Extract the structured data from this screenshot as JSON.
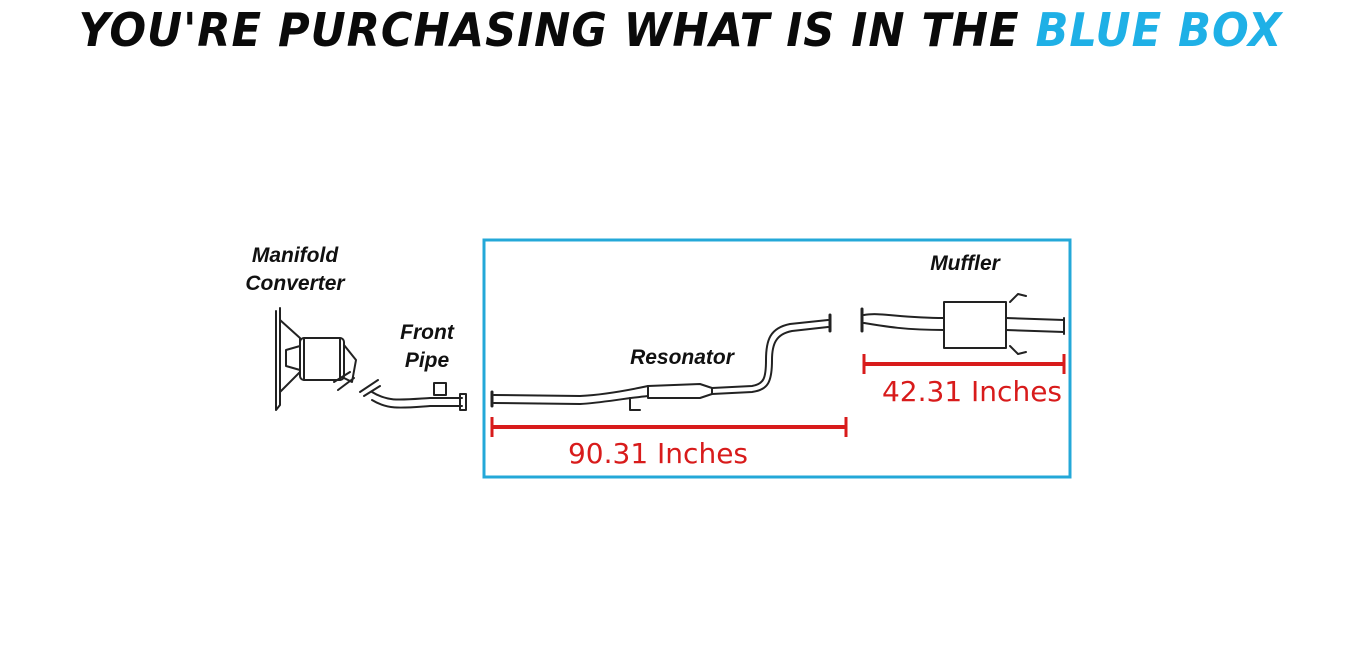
{
  "headline": {
    "text_before": "YOU'RE PURCHASING WHAT IS IN THE",
    "text_highlight": "BLUE BOX"
  },
  "labels": {
    "manifold_line1": "Manifold",
    "manifold_line2": "Converter",
    "front_pipe_line1": "Front",
    "front_pipe_line2": "Pipe",
    "resonator": "Resonator",
    "muffler": "Muffler"
  },
  "dimensions": {
    "resonator_length": "90.31 Inches",
    "muffler_length": "42.31 Inches"
  },
  "colors": {
    "highlight_blue": "#1fb0e6",
    "box_border": "#24a8d8",
    "dimension_red": "#d81b1b",
    "line": "#222222"
  }
}
